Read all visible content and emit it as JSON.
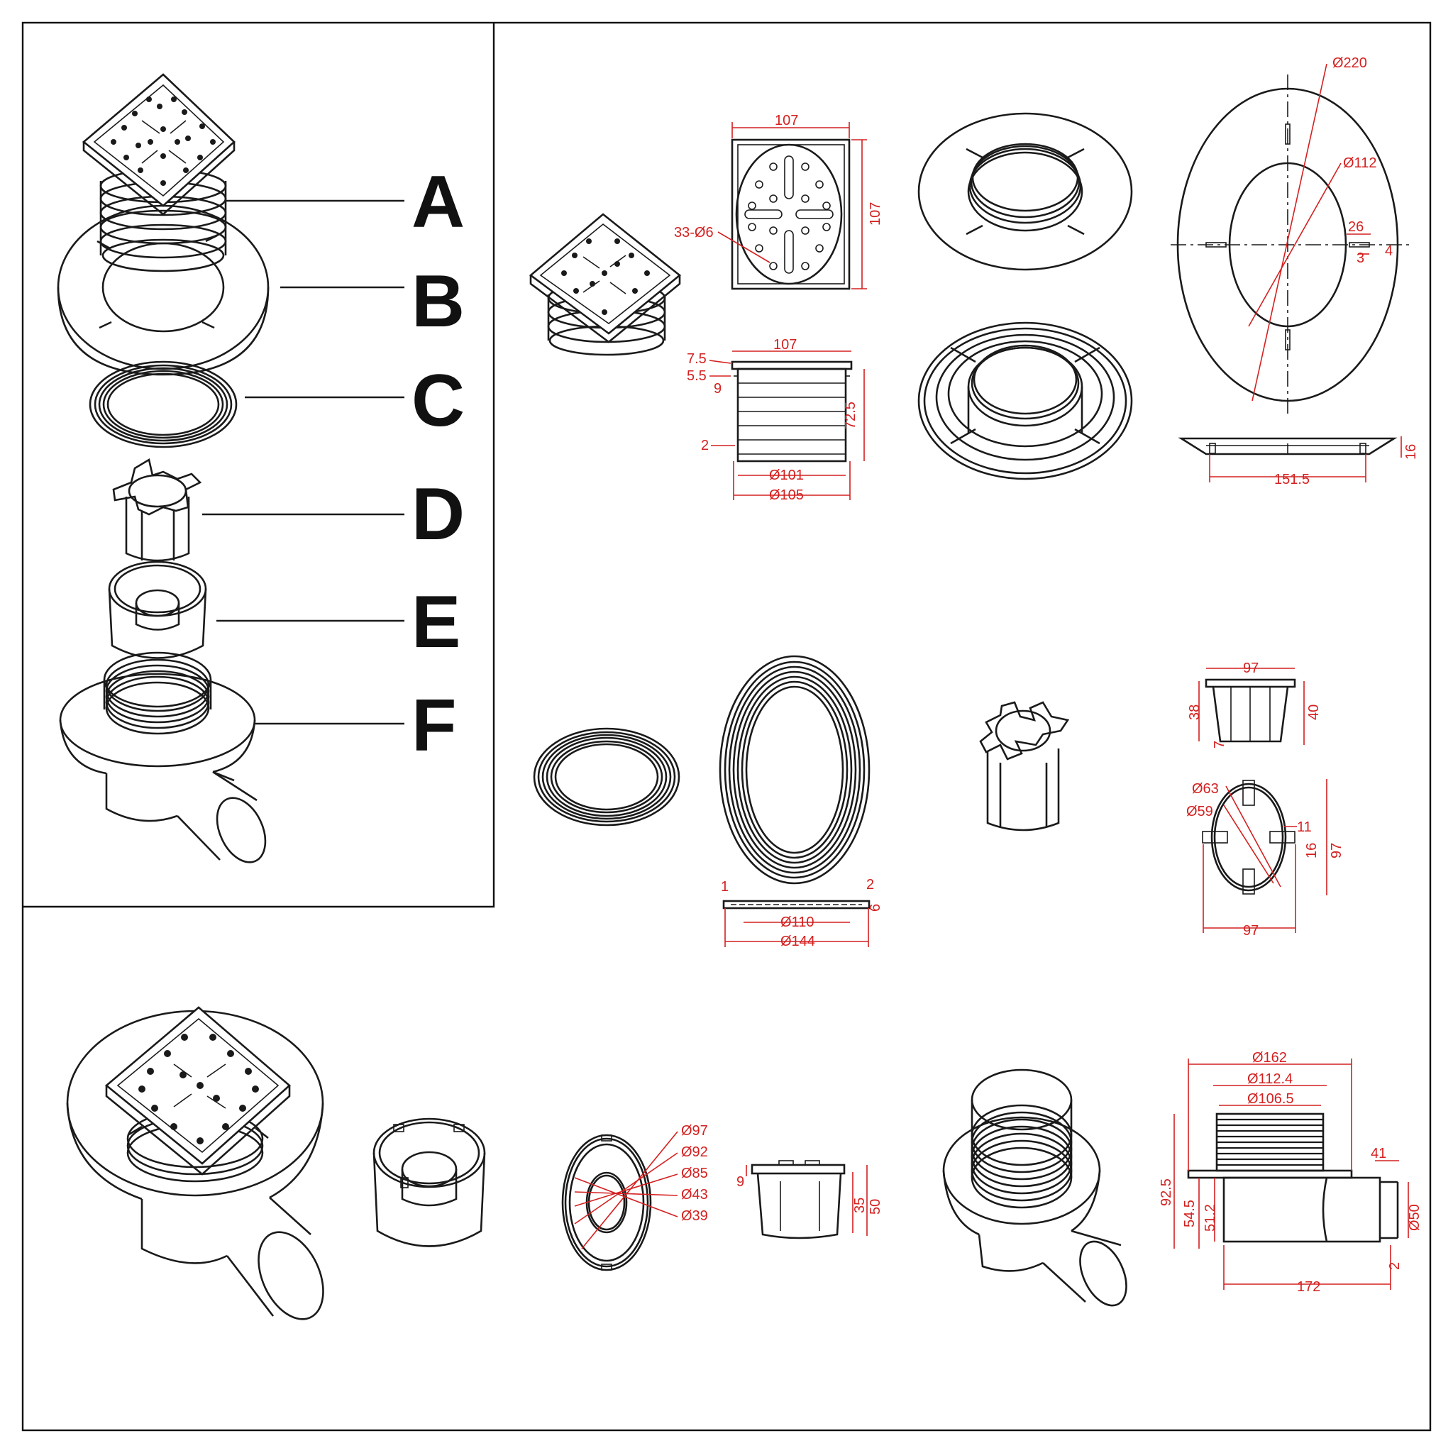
{
  "parts": [
    {
      "letter": "A"
    },
    {
      "letter": "B"
    },
    {
      "letter": "C"
    },
    {
      "letter": "D"
    },
    {
      "letter": "E"
    },
    {
      "letter": "F"
    }
  ],
  "dimensions": {
    "grate": {
      "top_width": "107",
      "side_height": "107",
      "holes": "33-Ø6",
      "body_width": "107",
      "rib_top": "7.5",
      "rib_gap": "5.5",
      "rib_pitch": "9",
      "body_height": "72.5",
      "rib_base": "2",
      "inner_dia": "Ø101",
      "outer_dia": "Ø105"
    },
    "flange_plate": {
      "outer_dia": "Ø220",
      "inner_dia": "Ø112",
      "slot_len": "26",
      "slot_w": "3",
      "slot_offset": "4",
      "thickness": "16",
      "base_width": "151.5"
    },
    "gasket": {
      "t1": "1",
      "t2": "2",
      "height": "6",
      "inner_dia": "Ø110",
      "outer_dia": "Ø144"
    },
    "cross_cap": {
      "top_width": "97",
      "height_left": "38",
      "height_right": "40",
      "base": "7",
      "dia_outer": "Ø63",
      "dia_inner": "Ø59",
      "arm_w": "11",
      "arm_len": "16",
      "overall": "97",
      "bottom_width": "97"
    },
    "trap_cup": {
      "d1": "Ø97",
      "d2": "Ø92",
      "d3": "Ø85",
      "d4": "Ø43",
      "d5": "Ø39",
      "rim": "9",
      "inner_h": "35",
      "outer_h": "50"
    },
    "body": {
      "flange_dia": "Ø162",
      "thread_outer": "Ø112.4",
      "thread_inner": "Ø106.5",
      "outlet_len": "41",
      "total_h": "92.5",
      "mid_h": "54.5",
      "low_h": "51.2",
      "outlet_dia": "Ø50",
      "wall": "2",
      "length": "172"
    }
  }
}
